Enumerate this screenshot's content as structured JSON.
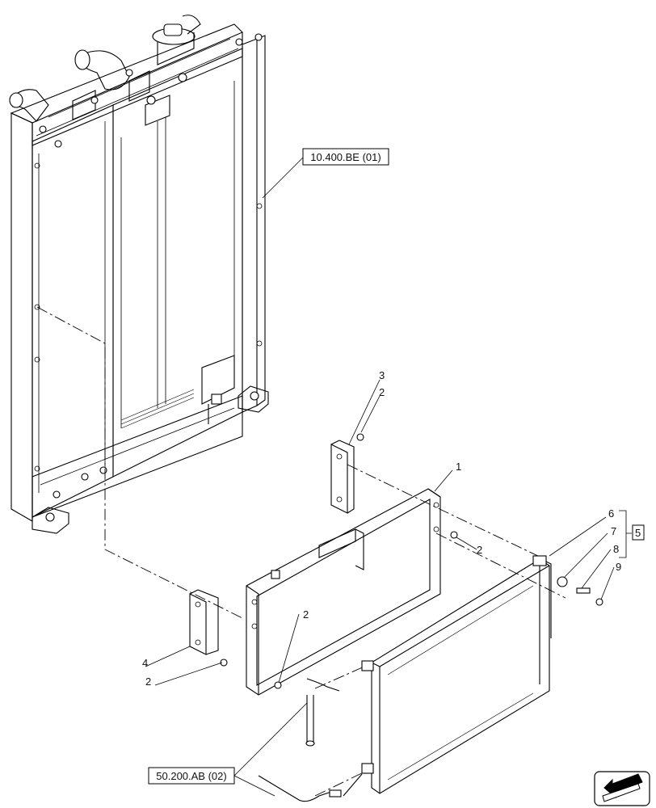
{
  "callouts": {
    "c1": "1",
    "c2a": "2",
    "c2b": "2",
    "c2c": "2",
    "c2d": "2",
    "c3": "3",
    "c4": "4",
    "c5": "5",
    "c6": "6",
    "c7": "7",
    "c8": "8",
    "c9": "9"
  },
  "references": {
    "radiator_ref": "10.400.BE (01)",
    "hose_ref": "50.200.AB (02)"
  },
  "nav": {
    "icon": "next-page-arrow-icon"
  },
  "colors": {
    "line": "#000000",
    "background": "#ffffff"
  }
}
